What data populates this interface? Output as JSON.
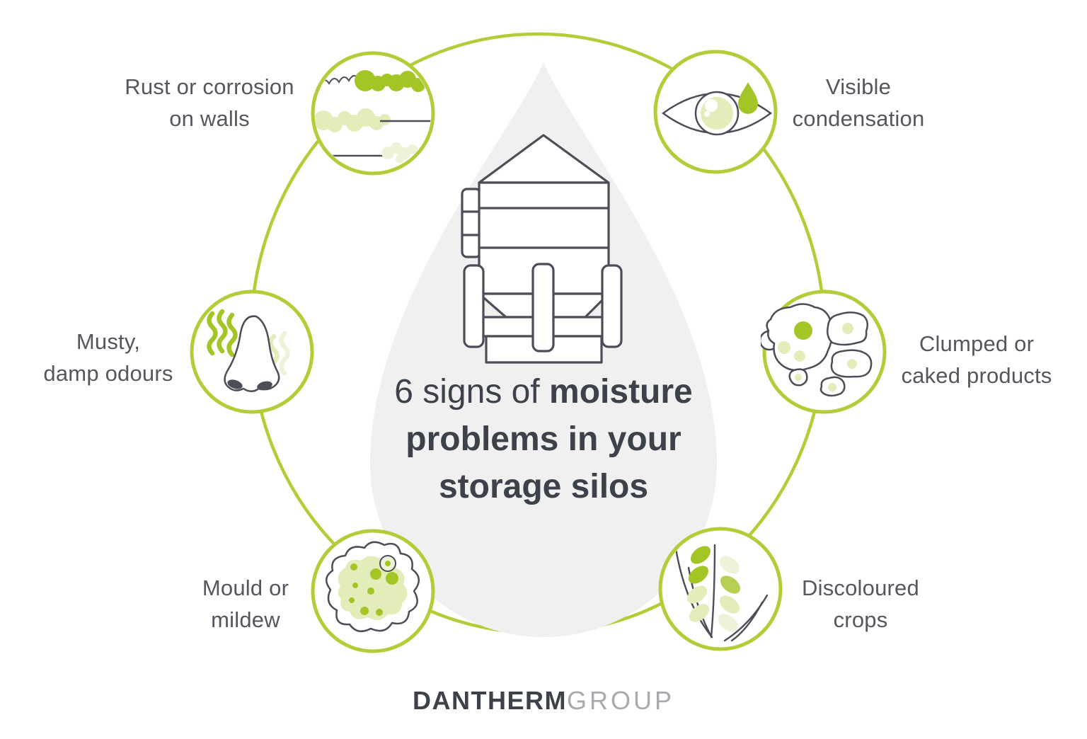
{
  "title": {
    "prefix": "6 signs of ",
    "highlight": "moisture",
    "line2": "problems in your",
    "line3": "storage silos"
  },
  "signs": [
    {
      "id": "rust",
      "icon": "rust-corrosion-icon",
      "line1": "Rust or corrosion",
      "line2": "on walls"
    },
    {
      "id": "condensation",
      "icon": "eye-droplet-icon",
      "line1": "Visible",
      "line2": "condensation"
    },
    {
      "id": "clumped",
      "icon": "clumped-products-icon",
      "line1": "Clumped or",
      "line2": "caked products"
    },
    {
      "id": "crops",
      "icon": "wheat-crop-icon",
      "line1": "Discoloured",
      "line2": "crops"
    },
    {
      "id": "mould",
      "icon": "mould-blob-icon",
      "line1": "Mould or",
      "line2": "mildew"
    },
    {
      "id": "odours",
      "icon": "nose-icon",
      "line1": "Musty,",
      "line2": "damp odours"
    }
  ],
  "logo": {
    "primary": "DANTHERM",
    "secondary": "GROUP"
  },
  "colors": {
    "ring_green": "#b2cd37",
    "accent_green": "#a4c526",
    "accent_medium": "#b4cf52",
    "pale_green": "#e3edb9",
    "palest_green": "#edf3d8",
    "outline_dark": "#4b4e57",
    "title_text": "#3d414a",
    "label_text": "#54575e",
    "logo_secondary": "#a7aaae",
    "drop_background": "#f0f0f1"
  }
}
